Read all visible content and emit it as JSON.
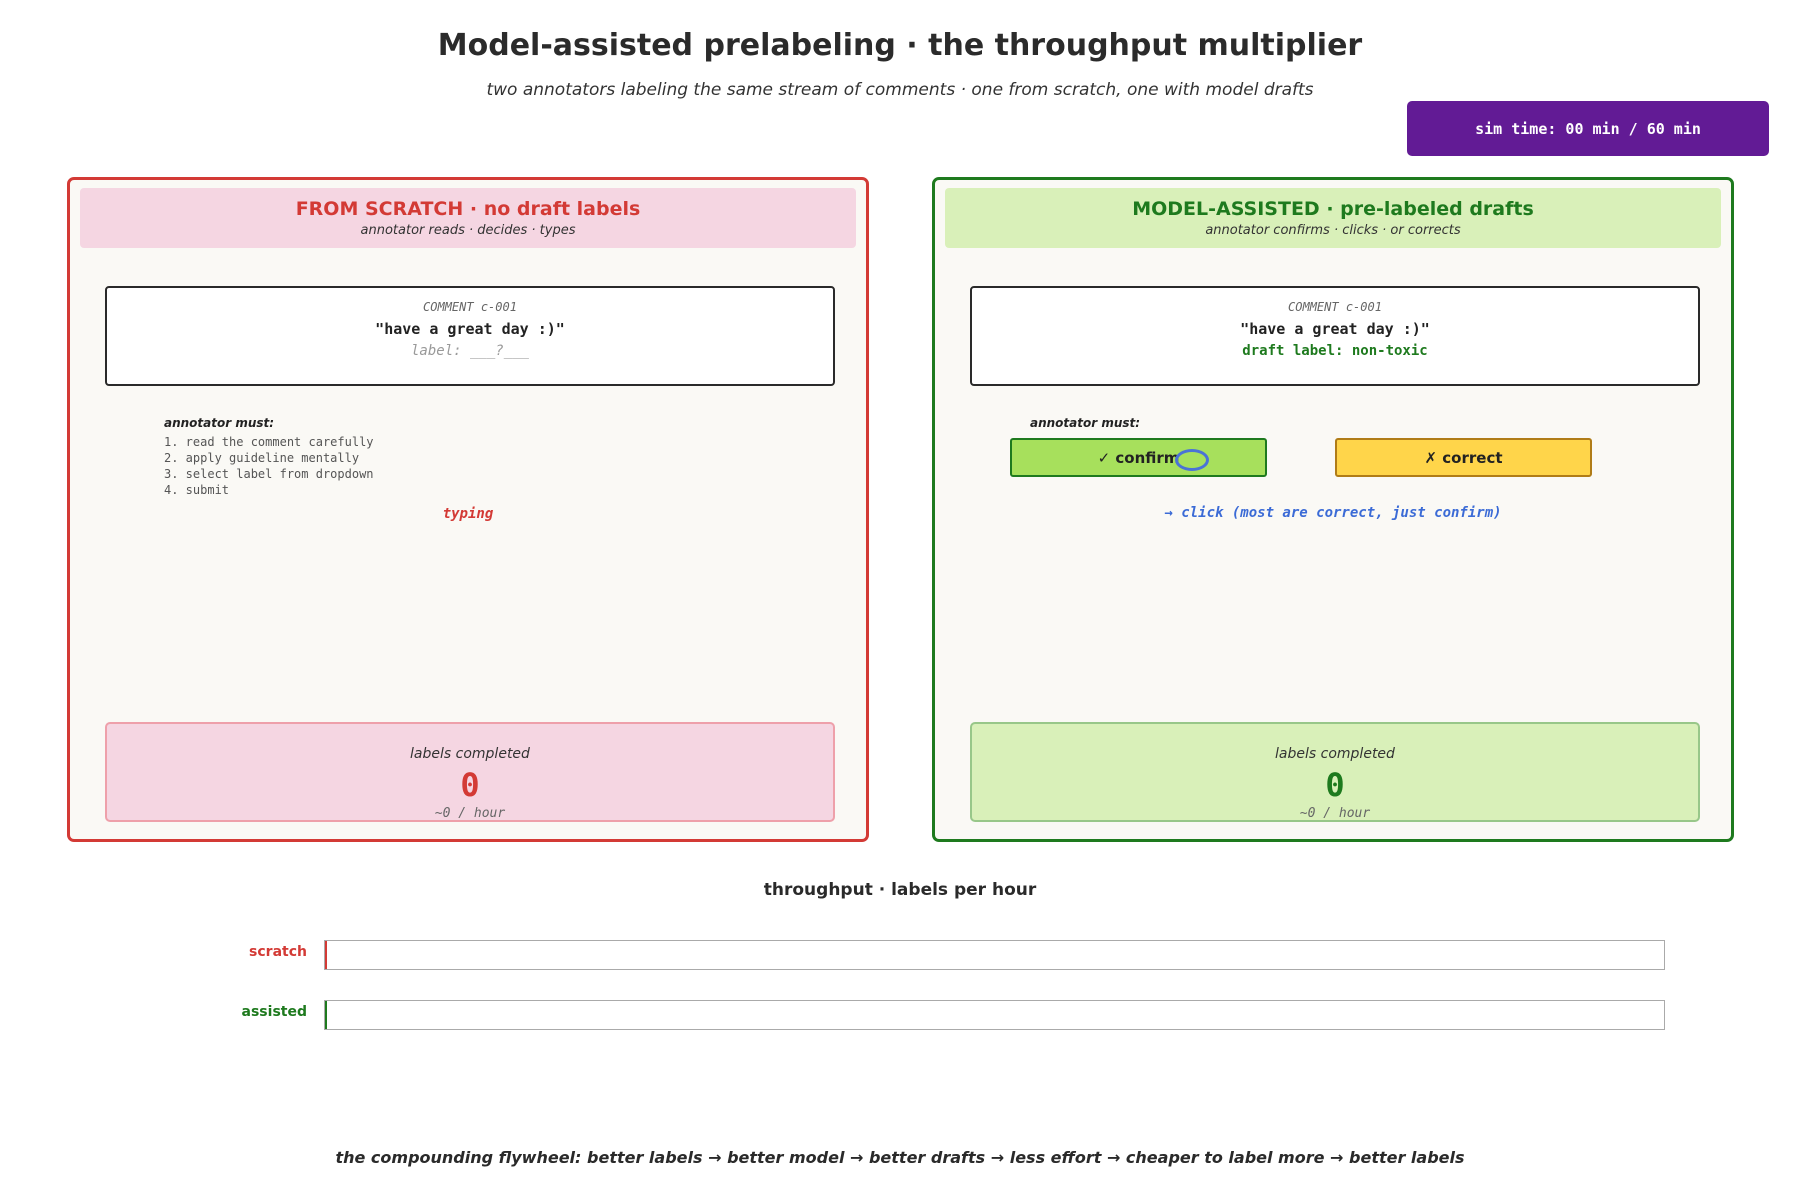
{
  "title": "Model-assisted prelabeling  ·  the throughput multiplier",
  "subtitle": "two annotators labeling the same stream of comments  ·  one from scratch, one with model drafts",
  "sim_time": "sim time: 00 min / 60 min",
  "colors": {
    "scratch": "#d33a35",
    "assisted": "#1e7a1e",
    "sim_badge": "#621b95",
    "hint": "#3b6bd6"
  },
  "scratch_panel": {
    "title": "FROM SCRATCH  ·  no draft labels",
    "subtitle": "annotator reads · decides · types",
    "comment_id": "COMMENT c-001",
    "comment_text": "\"have a great day :)\"",
    "label_text": "label: ___?___",
    "must_title": "annotator must:",
    "steps": [
      "1. read the comment carefully",
      "2. apply guideline mentally",
      "3. select label from dropdown",
      "4. submit"
    ],
    "status": "typing",
    "completed_label": "labels completed",
    "completed_count": "0",
    "rate": "~0 / hour"
  },
  "assisted_panel": {
    "title": "MODEL-ASSISTED  ·  pre-labeled drafts",
    "subtitle": "annotator confirms · clicks · or corrects",
    "comment_id": "COMMENT c-001",
    "comment_text": "\"have a great day :)\"",
    "draft_label": "draft label: non-toxic",
    "must_title": "annotator must:",
    "confirm_label": "✓ confirm",
    "correct_label": "✗ correct",
    "hint": "→ click  (most are correct, just confirm)",
    "cursor_icon": "click-cursor-ring",
    "completed_label": "labels completed",
    "completed_count": "0",
    "rate": "~0 / hour"
  },
  "throughput": {
    "title": "throughput · labels per hour",
    "bars": [
      {
        "label": "scratch",
        "value": 0
      },
      {
        "label": "assisted",
        "value": 0
      }
    ]
  },
  "footer": "the compounding flywheel: better labels → better model → better drafts → less effort → cheaper to label more → better labels"
}
